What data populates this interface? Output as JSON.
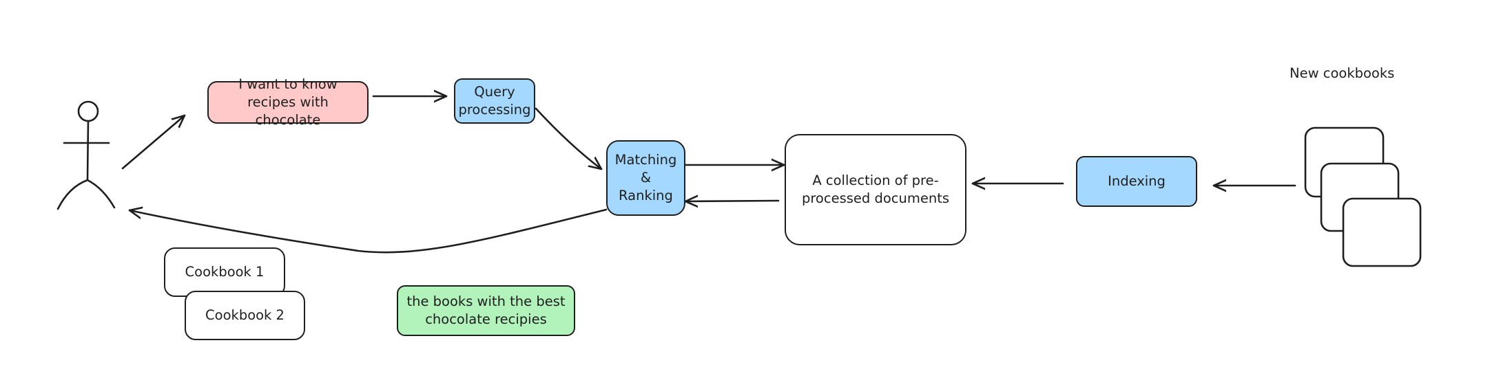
{
  "nodes": {
    "user_query": {
      "label": "I want to know\nrecipes with chocolate",
      "fill": "#ffc9c9"
    },
    "query_processing": {
      "label": "Query\nprocessing",
      "fill": "#a5d8ff"
    },
    "matching_ranking": {
      "label": "Matching\n& Ranking",
      "fill": "#a5d8ff"
    },
    "collection": {
      "label": "A collection of pre-\nprocessed documents",
      "fill": "#ffffff"
    },
    "indexing": {
      "label": "Indexing",
      "fill": "#a5d8ff"
    },
    "cookbook_1": {
      "label": "Cookbook 1",
      "fill": "#ffffff"
    },
    "cookbook_2": {
      "label": "Cookbook 2",
      "fill": "#ffffff"
    },
    "result": {
      "label": "the books with the best\nchocolate recipies",
      "fill": "#b2f2bb"
    }
  },
  "labels": {
    "new_cookbooks": "New cookbooks"
  },
  "icons": {
    "user": "stick-figure-icon",
    "documents": "document-stack-icon"
  },
  "colors": {
    "stroke": "#1e1e1e",
    "background": "#ffffff"
  }
}
